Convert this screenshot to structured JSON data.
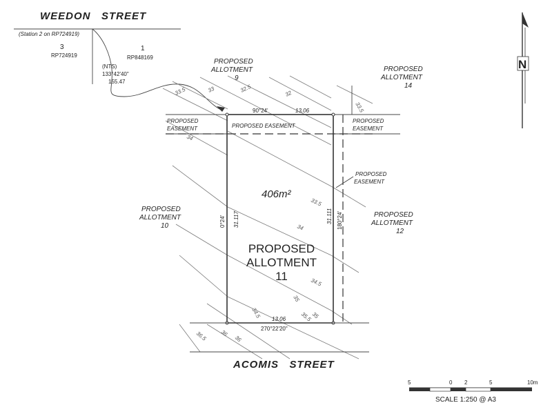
{
  "streets": {
    "top": "WEEDON   STREET",
    "bottom": "ACOMIS   STREET"
  },
  "station_note": "(Station 2 on RP724919)",
  "lot3": {
    "number": "3",
    "plan": "RP724919"
  },
  "lot1": {
    "number": "1",
    "plan": "RP848169"
  },
  "traverse": {
    "nts": "(NTS)",
    "bearing": "133°42'40\"",
    "distance": "155.47"
  },
  "allotments": {
    "a9": {
      "line1": "PROPOSED",
      "line2": "ALLOTMENT",
      "line3": "9"
    },
    "a14": {
      "line1": "PROPOSED",
      "line2": "ALLOTMENT",
      "line3": "14"
    },
    "a10": {
      "line1": "PROPOSED",
      "line2": "ALLOTMENT",
      "line3": "10"
    },
    "a12": {
      "line1": "PROPOSED",
      "line2": "ALLOTMENT",
      "line3": "12"
    },
    "a11": {
      "line1": "PROPOSED",
      "line2": "ALLOTMENT",
      "line3": "11"
    }
  },
  "easements": {
    "left": {
      "line1": "PROPOSED",
      "line2": "EASEMENT"
    },
    "centre": "PROPOSED EASEMENT",
    "right": {
      "line1": "PROPOSED",
      "line2": "EASEMENT"
    },
    "side": {
      "line1": "PROPOSED",
      "line2": "EASEMENT"
    }
  },
  "area": "406m²",
  "dimensions": {
    "top_bearing": "90°24'",
    "top_distance": "13.06",
    "left_bearing": "0°24'",
    "left_distance": "31.117",
    "right_bearing": "180°24'",
    "right_distance": "31.111",
    "bottom_distance": "13.06",
    "bottom_bearing": "270°22'20\""
  },
  "contours": [
    "33.5",
    "33",
    "32.5",
    "32",
    "33.5",
    "34",
    "33.5",
    "34",
    "34.5",
    "34.5",
    "35",
    "35.5",
    "35",
    "36",
    "36.5",
    "36"
  ],
  "north": {
    "label": "N"
  },
  "scale": {
    "ticks": [
      "5",
      "0",
      "2",
      "5",
      "10m"
    ],
    "caption": "SCALE 1:250 @ A3"
  }
}
